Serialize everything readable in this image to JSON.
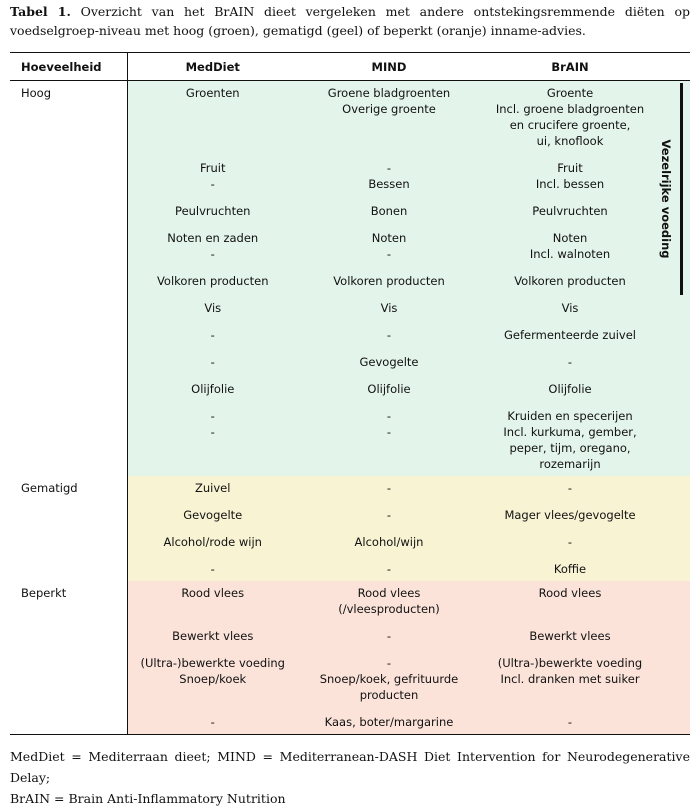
{
  "caption": {
    "label": "Tabel 1.",
    "text": "Overzicht van het BrAIN dieet vergeleken met andere ontstekingsremmende diëten op voedselgroep-niveau met hoog (groen), gematigd (geel) of beperkt (oranje) inname-advies."
  },
  "headers": [
    "Hoeveelheid",
    "MedDiet",
    "MIND",
    "BrAIN"
  ],
  "side_label": "Vezelrijke voeding",
  "colors": {
    "hoog": "#e3f4ea",
    "gematigd": "#f8f3d3",
    "beperkt": "#fbe3da"
  },
  "sections": [
    {
      "level": "Hoog",
      "groups": [
        {
          "med": [
            "Groenten"
          ],
          "mind": [
            "Groene bladgroenten",
            "Overige groente"
          ],
          "brain": [
            "Groente",
            "Incl. groene bladgroenten",
            "en crucifere groente,",
            "ui, knoflook"
          ]
        },
        {
          "med": [
            "Fruit",
            "-"
          ],
          "mind": [
            "-",
            "Bessen"
          ],
          "brain": [
            "Fruit",
            "Incl. bessen"
          ]
        },
        {
          "med": [
            "Peulvruchten"
          ],
          "mind": [
            "Bonen"
          ],
          "brain": [
            "Peulvruchten"
          ]
        },
        {
          "med": [
            "Noten en zaden",
            "-"
          ],
          "mind": [
            "Noten",
            "-"
          ],
          "brain": [
            "Noten",
            "Incl. walnoten"
          ]
        },
        {
          "med": [
            "Volkoren producten"
          ],
          "mind": [
            "Volkoren producten"
          ],
          "brain": [
            "Volkoren producten"
          ]
        },
        {
          "med": [
            "Vis"
          ],
          "mind": [
            "Vis"
          ],
          "brain": [
            "Vis"
          ]
        },
        {
          "med": [
            "-"
          ],
          "mind": [
            "-"
          ],
          "brain": [
            "Gefermenteerde zuivel"
          ]
        },
        {
          "med": [
            "-"
          ],
          "mind": [
            "Gevogelte"
          ],
          "brain": [
            "-"
          ]
        },
        {
          "med": [
            "Olijfolie"
          ],
          "mind": [
            "Olijfolie"
          ],
          "brain": [
            "Olijfolie"
          ]
        },
        {
          "med": [
            "-",
            "-"
          ],
          "mind": [
            "-",
            "-"
          ],
          "brain": [
            "Kruiden en specerijen",
            "Incl. kurkuma, gember,",
            "peper, tijm, oregano,",
            "rozemarijn"
          ]
        }
      ]
    },
    {
      "level": "Gematigd",
      "groups": [
        {
          "med": [
            "Zuivel"
          ],
          "mind": [
            "-"
          ],
          "brain": [
            "-"
          ]
        },
        {
          "med": [
            "Gevogelte"
          ],
          "mind": [
            "-"
          ],
          "brain": [
            "Mager vlees/gevogelte"
          ]
        },
        {
          "med": [
            "Alcohol/rode wijn"
          ],
          "mind": [
            "Alcohol/wijn"
          ],
          "brain": [
            "-"
          ]
        },
        {
          "med": [
            "-"
          ],
          "mind": [
            "-"
          ],
          "brain": [
            "Koffie"
          ]
        }
      ]
    },
    {
      "level": "Beperkt",
      "groups": [
        {
          "med": [
            "Rood vlees"
          ],
          "mind": [
            "Rood vlees",
            "(/vleesproducten)"
          ],
          "brain": [
            "Rood vlees"
          ]
        },
        {
          "med": [
            "Bewerkt vlees"
          ],
          "mind": [
            "-"
          ],
          "brain": [
            "Bewerkt vlees"
          ]
        },
        {
          "med": [
            "(Ultra-)bewerkte voeding",
            "Snoep/koek"
          ],
          "mind": [
            "-",
            "Snoep/koek, gefrituurde",
            "producten"
          ],
          "brain": [
            "(Ultra-)bewerkte voeding",
            "Incl. dranken met suiker"
          ]
        },
        {
          "med": [
            "-"
          ],
          "mind": [
            "Kaas, boter/margarine"
          ],
          "brain": [
            "-"
          ]
        }
      ]
    }
  ],
  "footer": {
    "line1": "MedDiet = Mediterraan dieet; MIND = Mediterranean-DASH Diet Intervention for Neurodegenerative Delay;",
    "line2": "BrAIN = Brain Anti-Inflammatory Nutrition"
  }
}
